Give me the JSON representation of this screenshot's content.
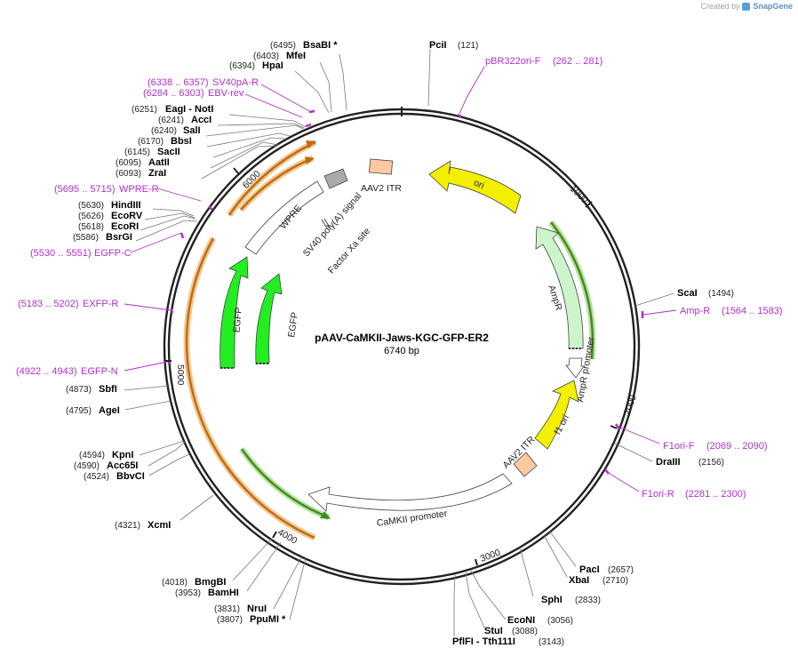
{
  "watermark": {
    "prefix": "Created by",
    "brand": "SnapGene"
  },
  "plasmid": {
    "name": "pAAV-CaMKII-Jaws-KGC-GFP-ER2",
    "size_label": "6740 bp",
    "length": 6740
  },
  "colors": {
    "primer": "#b030c8",
    "orange": "#f0a040",
    "green": "#5aa02c",
    "yellow": "#f2f000",
    "bright_green": "#22ee22",
    "light_green": "#ccf5cc",
    "peach": "#ffc8a0",
    "gray": "#aaaaaa"
  },
  "ticks": [
    {
      "pos": 0,
      "label": ""
    },
    {
      "pos": 1000,
      "label": "1000"
    },
    {
      "pos": 2000,
      "label": "2000"
    },
    {
      "pos": 3000,
      "label": "3000"
    },
    {
      "pos": 4000,
      "label": "4000"
    },
    {
      "pos": 5000,
      "label": "5000"
    },
    {
      "pos": 6000,
      "label": "6000"
    }
  ],
  "sites": [
    {
      "name": "BsaBI *",
      "pos": "(6495)",
      "bp": 6495
    },
    {
      "name": "MfeI",
      "pos": "(6403)",
      "bp": 6403
    },
    {
      "name": "HpaI",
      "pos": "(6394)",
      "bp": 6394
    },
    {
      "name": "EagI  - NotI",
      "pos": "(6251)",
      "bp": 6251
    },
    {
      "name": "AccI",
      "pos": "(6241)",
      "bp": 6241
    },
    {
      "name": "SalI",
      "pos": "(6240)",
      "bp": 6240
    },
    {
      "name": "BbsI",
      "pos": "(6170)",
      "bp": 6170
    },
    {
      "name": "SacII",
      "pos": "(6145)",
      "bp": 6145
    },
    {
      "name": "AatII",
      "pos": "(6095)",
      "bp": 6095
    },
    {
      "name": "ZraI",
      "pos": "(6093)",
      "bp": 6093
    },
    {
      "name": "HindIII",
      "pos": "(5630)",
      "bp": 5630
    },
    {
      "name": "EcoRV",
      "pos": "(5626)",
      "bp": 5626
    },
    {
      "name": "EcoRI",
      "pos": "(5618)",
      "bp": 5618
    },
    {
      "name": "BsrGI",
      "pos": "(5586)",
      "bp": 5586
    },
    {
      "name": "SbfI",
      "pos": "(4873)",
      "bp": 4873
    },
    {
      "name": "AgeI",
      "pos": "(4795)",
      "bp": 4795
    },
    {
      "name": "KpnI",
      "pos": "(4594)",
      "bp": 4594
    },
    {
      "name": "Acc65I",
      "pos": "(4590)",
      "bp": 4590
    },
    {
      "name": "BbvCI",
      "pos": "(4524)",
      "bp": 4524
    },
    {
      "name": "XcmI",
      "pos": "(4321)",
      "bp": 4321
    },
    {
      "name": "BmgBI",
      "pos": "(4018)",
      "bp": 4018
    },
    {
      "name": "BamHI",
      "pos": "(3953)",
      "bp": 3953
    },
    {
      "name": "NruI",
      "pos": "(3831)",
      "bp": 3831
    },
    {
      "name": "PpuMI *",
      "pos": "(3807)",
      "bp": 3807
    },
    {
      "name": "PciI",
      "pos": "(121)",
      "bp": 121
    },
    {
      "name": "ScaI",
      "pos": "(1494)",
      "bp": 1494
    },
    {
      "name": "DraIII",
      "pos": "(2156)",
      "bp": 2156
    },
    {
      "name": "PacI",
      "pos": "(2657)",
      "bp": 2657
    },
    {
      "name": "XbaI",
      "pos": "(2710)",
      "bp": 2710
    },
    {
      "name": "SphI",
      "pos": "(2833)",
      "bp": 2833
    },
    {
      "name": "EcoNI",
      "pos": "(3056)",
      "bp": 3056
    },
    {
      "name": "StuI",
      "pos": "(3088)",
      "bp": 3088
    },
    {
      "name": "PflFI  - Tth111I",
      "pos": "(3143)",
      "bp": 3143
    }
  ],
  "primers": [
    {
      "name": "SV40pA-R",
      "range": "(6338 .. 6357)",
      "bp": 6347
    },
    {
      "name": "EBV-rev",
      "range": "(6284 .. 6303)",
      "bp": 6293
    },
    {
      "name": "WPRE-R",
      "range": "(5695 .. 5715)",
      "bp": 5705
    },
    {
      "name": "EGFP-C",
      "range": "(5530 .. 5551)",
      "bp": 5540
    },
    {
      "name": "EXFP-R",
      "range": "(5183 .. 5202)",
      "bp": 5192
    },
    {
      "name": "EGFP-N",
      "range": "(4922 .. 4943)",
      "bp": 4932
    },
    {
      "name": "pBR322ori-F",
      "range": "(262 .. 281)",
      "bp": 271
    },
    {
      "name": "Amp-R",
      "range": "(1564 .. 1583)",
      "bp": 1573
    },
    {
      "name": "F1ori-F",
      "range": "(2069 .. 2090)",
      "bp": 2079
    },
    {
      "name": "F1ori-R",
      "range": "(2281 .. 2300)",
      "bp": 2290
    }
  ],
  "features": [
    {
      "label": "ori"
    },
    {
      "label": "AmpR"
    },
    {
      "label": "AmpR promoter"
    },
    {
      "label": "f1 ori"
    },
    {
      "label": "AAV2 ITR"
    },
    {
      "label": "AAV2 ITR"
    },
    {
      "label": "CaMKII promoter"
    },
    {
      "label": "EGFP"
    },
    {
      "label": "EGFP"
    },
    {
      "label": "WPRE"
    },
    {
      "label": "SV40 poly(A) signal"
    },
    {
      "label": "Factor Xa site"
    }
  ]
}
